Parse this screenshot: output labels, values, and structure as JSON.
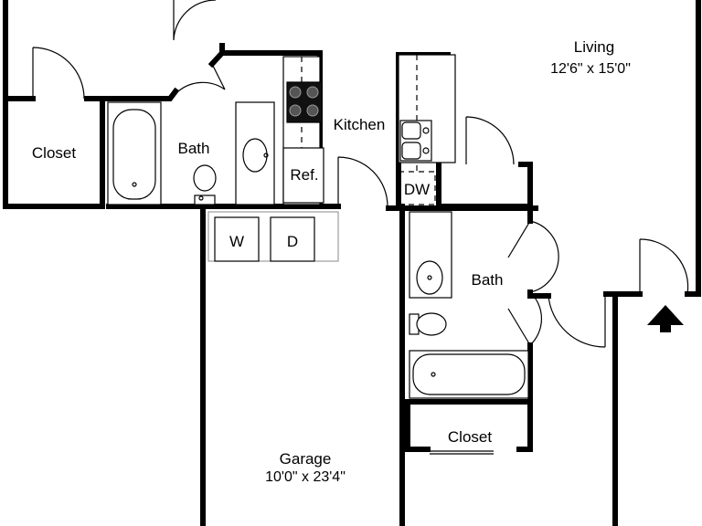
{
  "rooms": {
    "living": {
      "name": "Living",
      "dims": "12'6\" x 15'0\""
    },
    "kitchen": {
      "name": "Kitchen"
    },
    "bath_left": {
      "name": "Bath"
    },
    "bath_right": {
      "name": "Bath"
    },
    "closet_left": {
      "name": "Closet"
    },
    "closet_bottom": {
      "name": "Closet"
    },
    "garage": {
      "name": "Garage",
      "dims": "10'0\" x 23'4\""
    }
  },
  "fixtures": {
    "refrigerator": "Ref.",
    "dishwasher": "DW",
    "washer": "W",
    "dryer": "D"
  },
  "icons": {
    "entry": "entry-arrow-icon"
  }
}
